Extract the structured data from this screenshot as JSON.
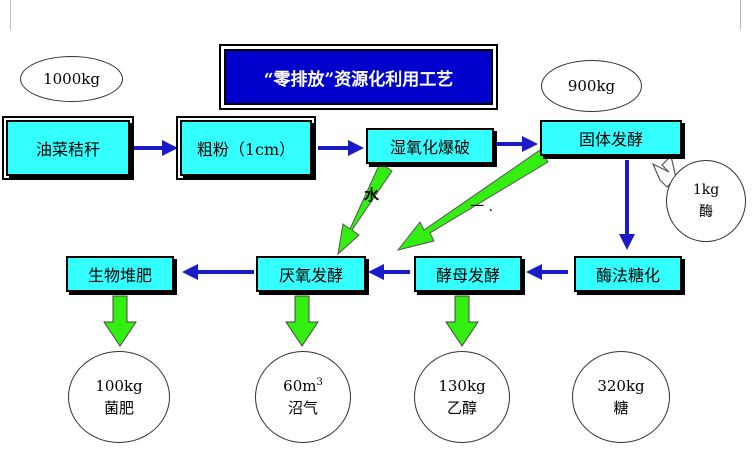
{
  "title": "“零排放”资源化利用工艺",
  "boxes": {
    "rapeseed_straw": "油菜秸秆",
    "coarse_powder": "粗粉（1cm）",
    "wet_oxidation": "湿氧化爆破",
    "solid_fermentation": "固体发酵",
    "enzymatic_saccharification": "酶法糖化",
    "yeast_fermentation": "酵母发酵",
    "anaerobic_fermentation": "厌氧发酵",
    "bio_compost": "生物堆肥"
  },
  "ovals": {
    "input_straw": "1000kg",
    "input_solid": "900kg",
    "enzyme_qty": "1kg",
    "enzyme_label": "酶",
    "fertilizer_qty": "100kg",
    "fertilizer_label": "菌肥",
    "biogas_qty": "60m",
    "biogas_sup": "3",
    "biogas_label": "沼气",
    "ethanol_qty": "130kg",
    "ethanol_label": "乙醇",
    "sugar_qty": "320kg",
    "sugar_label": "糖"
  },
  "labels": {
    "water": "水",
    "dash": "一 ."
  },
  "colors": {
    "box_fill": "#33ffff",
    "title_fill": "#0000cc",
    "blue_arrow": "#1a1ac8",
    "green_arrow": "#33ee11"
  }
}
